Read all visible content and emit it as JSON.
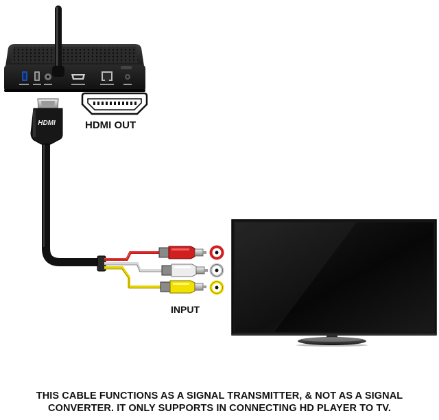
{
  "labels": {
    "hdmi_out": "HDMI OUT",
    "input": "INPUT",
    "connector_logo": "HDMI"
  },
  "caption": {
    "line1": "THIS CABLE FUNCTIONS AS A SIGNAL TRANSMITTER, & NOT AS A SIGNAL",
    "line2": "CONVERTER. IT ONLY SUPPORTS IN CONNECTING HD PLAYER TO TV."
  },
  "components": {
    "player": "hd-media-player",
    "tv": "television",
    "cable": "hdmi-to-rca-cable"
  },
  "rca_plugs": [
    {
      "name": "red",
      "color": "#d11f1f"
    },
    {
      "name": "white",
      "color": "#e8e8e8"
    },
    {
      "name": "yellow",
      "color": "#f2e000"
    }
  ],
  "colors": {
    "cable": "#111111",
    "device": "#1a1a1a",
    "screen": "#0b0b0b"
  }
}
